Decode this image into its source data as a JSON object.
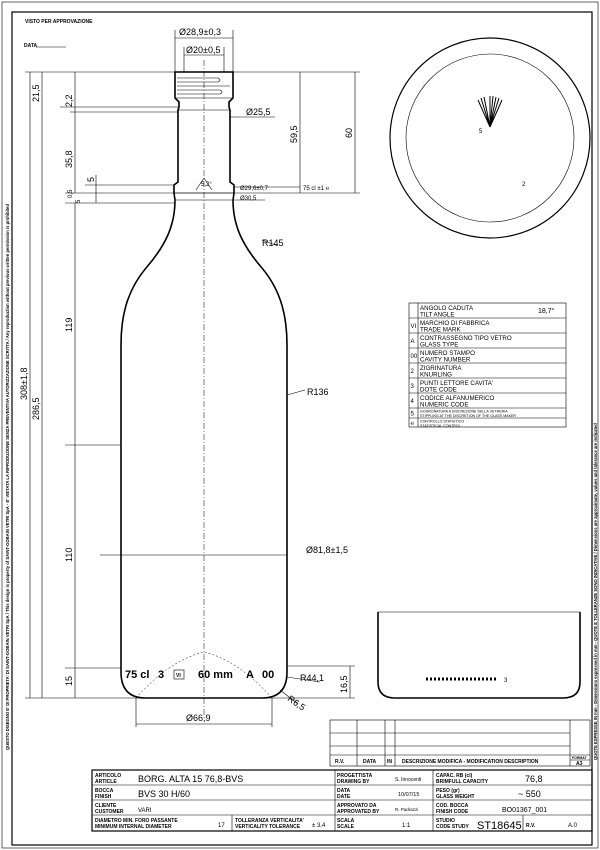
{
  "header": {
    "approval": "VISTO PER APPROVAZIONE",
    "date_label": "DATA"
  },
  "margins": {
    "left": "QUESTO DISEGNO E' DI PROPRIETA' DI SAINT-GOBAIN VETRI SpA / This design is property of SAINT-GOBAIN VETRI SpA - E' VIETATA LA RIPRODUZIONE SENZA PREVENTIVA AUTORIZZAZIONE SCRITTA / Any reproduction without previous written permission is prohibited",
    "right": "QUOTE ESPRESSE IN mm - Dimensions expressed in mm - QUOTE E TOLLERANZE SONO INDICATIVE / Dimensions are approximate, values and tolerance are indicated"
  },
  "dims": {
    "d_finish": "Ø28,9±0,3",
    "d_bore": "Ø20±0,5",
    "d_neck": "Ø25,5",
    "d_ring": "Ø29,6±0,7",
    "d_ring2": "Ø30,5",
    "angle": "5,2°",
    "capacity": "75 cl ±1 ℮",
    "h_total": "308±1,8",
    "h_body": "286,5",
    "h_top": "21,5",
    "h_2_2": "2,2",
    "h_35_8": "35,8",
    "h_5a": "5",
    "h_0_5": "0,5",
    "h_5b": "5",
    "h_119": "119",
    "h_110": "110",
    "h_15": "15",
    "h_59_5": "59,5",
    "h_60": "60",
    "r145": "R145",
    "r136": "R136",
    "d_body": "Ø81,8±1,5",
    "r44": "R44,1",
    "r6": "R6,5",
    "h16": "16,5",
    "d_base": "Ø66,9"
  },
  "emboss": {
    "capacity": "75 cl",
    "knurl": "3",
    "mark": "VI",
    "finish": "60 mm",
    "type": "A",
    "cavity": "00"
  },
  "top_view": {
    "label_center": "5",
    "label_edge": "2"
  },
  "base_view": {
    "label": "3"
  },
  "legend": [
    {
      "code": "",
      "it": "ANGOLO CADUTA",
      "en": "TILT ANGLE",
      "value": "18,7°"
    },
    {
      "code": "VI",
      "it": "MARCHIO DI FABBRICA",
      "en": "TRADE MARK"
    },
    {
      "code": "A",
      "it": "CONTRASSEGNO TIPO VETRO",
      "en": "GLASS TYPE"
    },
    {
      "code": "00",
      "it": "NUMERO STAMPO",
      "en": "CAVITY NUMBER"
    },
    {
      "code": "2",
      "it": "ZIGRINATURA",
      "en": "KNURLING"
    },
    {
      "code": "3",
      "it": "PUNTI LETTORE CAVITA'",
      "en": "DOTE CODE"
    },
    {
      "code": "4",
      "it": "CODICE ALFANUMERICO",
      "en": "NUMERIC CODE"
    },
    {
      "code": "5",
      "it": "GODRONATURA A DISCREZIONE DELLA VETRERIA",
      "en": "STIPPLING AT THE DISCRETION OF THE GLASS MAKER"
    },
    {
      "code": "℮",
      "it": "CONTROLLO STATISTICO",
      "en": "STATISTICAL CONTROL"
    }
  ],
  "revision": {
    "rv": "R.V.",
    "date": "DATA",
    "in": "IN",
    "desc": "DESCRIZIONE MODIFICA - MODIFICATION DESCRIPTION",
    "format_label": "FORMAT",
    "format": "A3"
  },
  "title_block": {
    "article_label": "ARTICOLO",
    "article_label_en": "ARTICLE",
    "article": "BORG. ALTA 15 76,8-BVS",
    "finish_label": "BOCCA",
    "finish_label_en": "FINISH",
    "finish": "BVS 30 H/60",
    "customer_label": "CLIENTE",
    "customer_label_en": "CUSTOMER",
    "customer": "VARI",
    "min_diam_label": "DIAMETRO MIN. FORO PASSANTE",
    "min_diam_label_en": "MINIMUM INTERNAL DIAMETER",
    "min_diam": "17",
    "vert_tol_label": "TOLLERANZA VERTICALITA'",
    "vert_tol_label_en": "VERTICALITY TOLERANCE",
    "vert_tol": "± 3,4",
    "designer_label": "PROGETTISTA",
    "designer_label_en": "DRAWING BY",
    "designer": "S. Innocenti",
    "date_label": "DATA",
    "date_label_en": "DATE",
    "date": "10/07/15",
    "approved_label": "APPROVATO DA",
    "approved_label_en": "APPROVATED BY",
    "approved": "R. Padrazzi",
    "scale_label": "SCALA",
    "scale_label_en": "SCALE",
    "scale": "1:1",
    "capacity_label": "CAPAC. RB (cl)",
    "capacity_label_en": "BRIMFULL CAPACITY",
    "capacity": "76,8",
    "weight_label": "PESO (gr)",
    "weight_label_en": "GLASS WEIGHT",
    "weight": "~ 550",
    "finish_code_label": "COD. BOCCA",
    "finish_code_label_en": "FINISH CODE",
    "finish_code": "BO01367_001",
    "study_label": "STUDIO",
    "study_label_en": "CODE STUDY",
    "study": "ST18645",
    "rv_label": "R.V.",
    "rv": "A.0"
  }
}
